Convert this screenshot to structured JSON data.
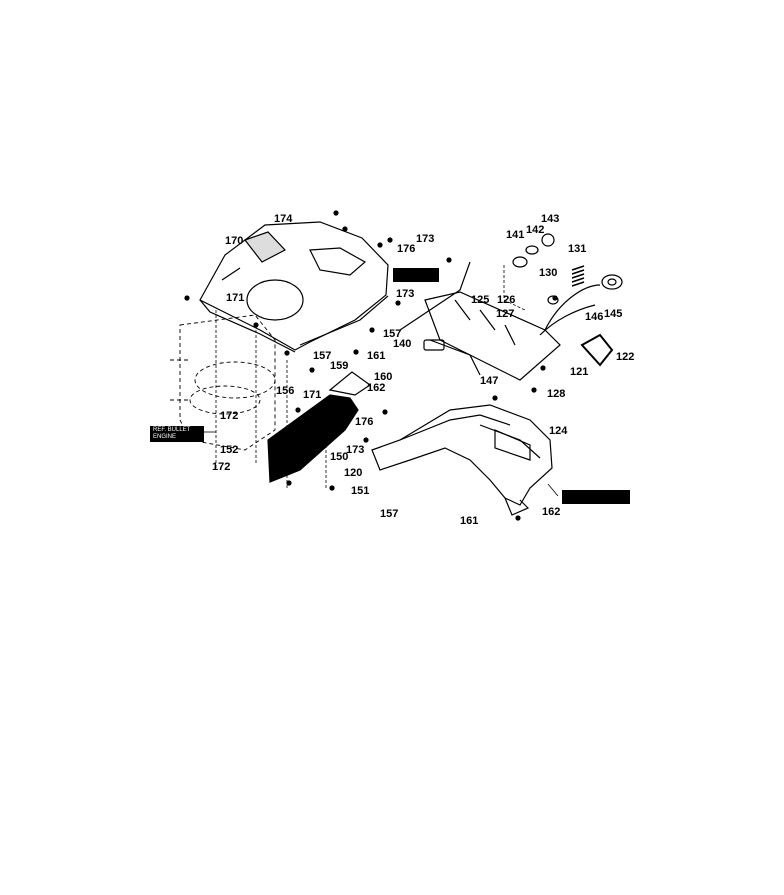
{
  "diagram": {
    "part_callouts": {
      "p120": "120",
      "p121": "121",
      "p122": "122",
      "p124": "124",
      "p125": "125",
      "p126": "126",
      "p127": "127",
      "p128": "128",
      "p130": "130",
      "p131": "131",
      "p140": "140",
      "p141": "141",
      "p142": "142",
      "p143": "143",
      "p145": "145",
      "p146": "146",
      "p147": "147",
      "p150": "150",
      "p151": "151",
      "p152": "152",
      "p156": "156",
      "p157a": "157",
      "p157b": "157",
      "p157c": "157",
      "p159": "159",
      "p160": "160",
      "p161a": "161",
      "p161b": "161",
      "p162a": "162",
      "p162b": "162",
      "p170": "170",
      "p171a": "171",
      "p171b": "171",
      "p172a": "172",
      "p172b": "172",
      "p173a": "173",
      "p173b": "173",
      "p173c": "173",
      "p174": "174",
      "p176a": "176",
      "p176b": "176"
    },
    "reference_boxes": {
      "engine_ref_line1": "REF. BULLET",
      "engine_ref_line2": "ENGINE",
      "top_ref": "",
      "right_ref": ""
    },
    "colors": {
      "ink": "#000000",
      "paper": "#ffffff"
    }
  }
}
